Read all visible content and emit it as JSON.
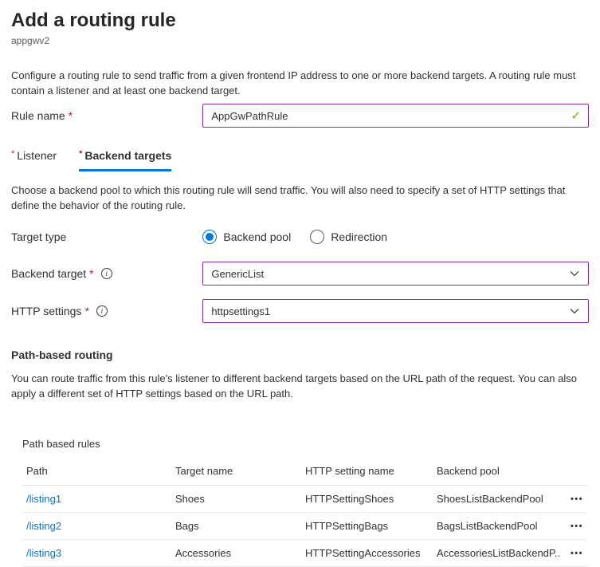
{
  "header": {
    "title": "Add a routing rule",
    "subtitle": "appgwv2",
    "description": "Configure a routing rule to send traffic from a given frontend IP address to one or more backend targets. A routing rule must contain a listener and at least one backend target."
  },
  "rule_name": {
    "label": "Rule name",
    "required_marker": "*",
    "value": "AppGwPathRule"
  },
  "tabs": {
    "listener": {
      "label": "Listener",
      "required_marker": "*"
    },
    "backend_targets": {
      "label": "Backend targets",
      "required_marker": "*"
    }
  },
  "backend_section": {
    "description": "Choose a backend pool to which this routing rule will send traffic. You will also need to specify a set of HTTP settings that define the behavior of the routing rule.",
    "target_type": {
      "label": "Target type",
      "option_backend_pool": "Backend pool",
      "option_redirection": "Redirection",
      "selected": "Backend pool"
    },
    "backend_target": {
      "label": "Backend target",
      "required_marker": "*",
      "value": "GenericList"
    },
    "http_settings": {
      "label": "HTTP settings",
      "required_marker": "*",
      "value": "httpsettings1"
    }
  },
  "path_based_routing": {
    "heading": "Path-based routing",
    "description": "You can route traffic from this rule's listener to different backend targets based on the URL path of the request. You can also apply a different set of HTTP settings based on the URL path.",
    "table_label": "Path based rules",
    "columns": {
      "path": "Path",
      "target_name": "Target name",
      "http_setting_name": "HTTP setting name",
      "backend_pool": "Backend pool"
    },
    "rows": [
      {
        "path": "/listing1",
        "target_name": "Shoes",
        "http_setting_name": "HTTPSettingShoes",
        "backend_pool": "ShoesListBackendPool"
      },
      {
        "path": "/listing2",
        "target_name": "Bags",
        "http_setting_name": "HTTPSettingBags",
        "backend_pool": "BagsListBackendPool"
      },
      {
        "path": "/listing3",
        "target_name": "Accessories",
        "http_setting_name": "HTTPSettingAccessories",
        "backend_pool": "AccessoriesListBackendP..."
      }
    ]
  },
  "icons": {
    "checkmark_glyph": "✓",
    "info_glyph": "i",
    "more_actions_glyph": "•••"
  },
  "colors": {
    "accent_blue": "#0078d4",
    "field_border_purple": "#8a2da5",
    "valid_green": "#6bb700",
    "required_red": "#a4262c",
    "text_primary": "#323130",
    "text_secondary": "#605e5c",
    "row_divider": "#edebe9"
  }
}
